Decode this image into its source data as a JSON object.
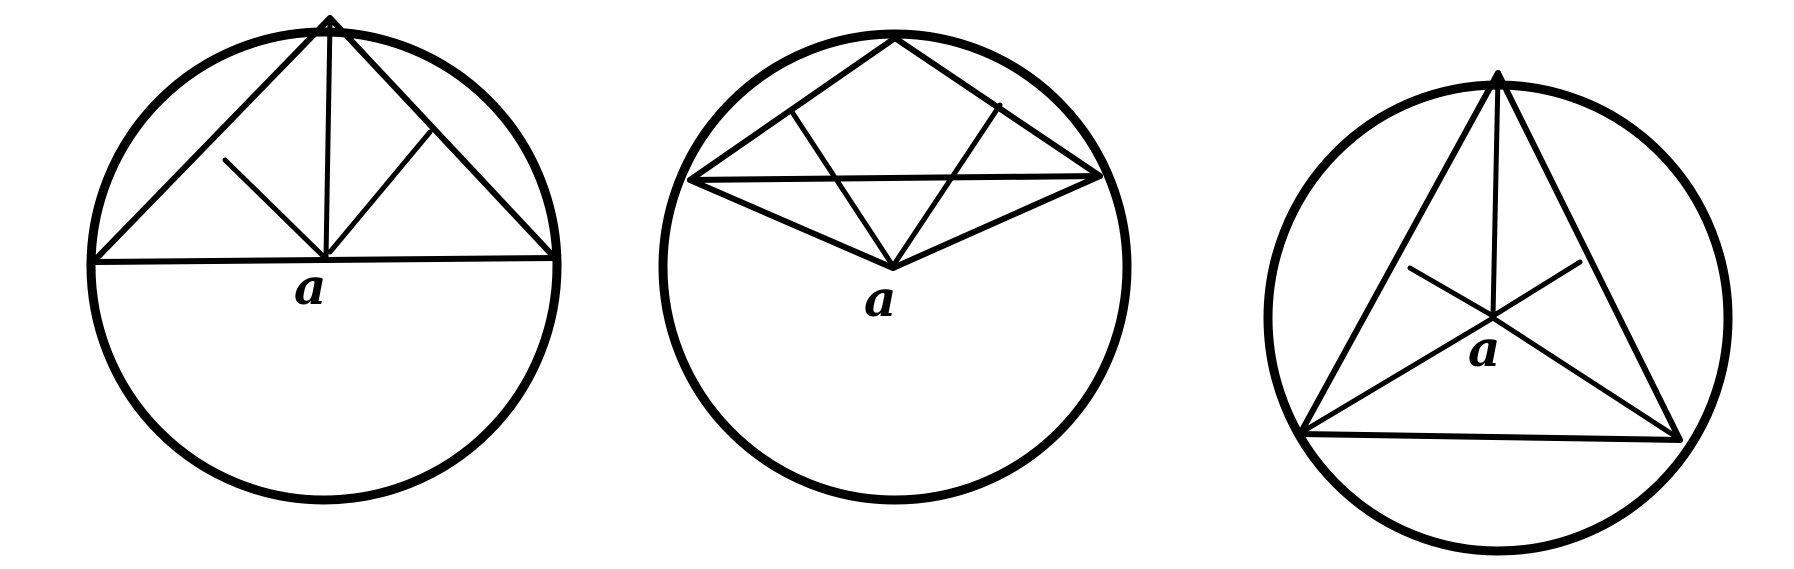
{
  "figures": [
    {
      "label": "a"
    },
    {
      "label": "a"
    },
    {
      "label": "a"
    }
  ],
  "colors": {
    "ink": "#000000",
    "paper": "#ffffff"
  }
}
